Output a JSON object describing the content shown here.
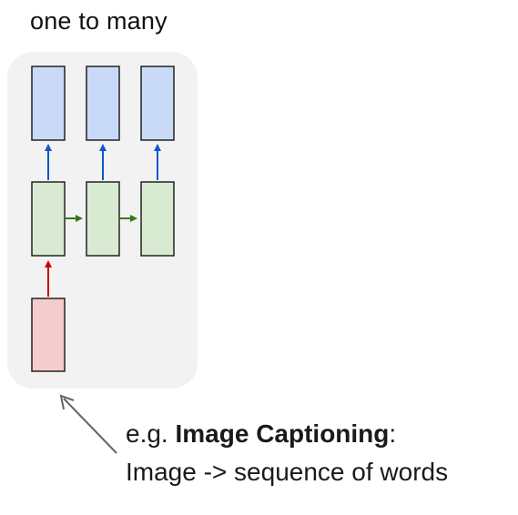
{
  "title": "one to many",
  "caption": {
    "prefix": "e.g. ",
    "emphasis": "Image Captioning",
    "suffix": ":",
    "line2": "Image -> sequence of words"
  },
  "colors": {
    "panel": "#f2f2f2",
    "output_box": "#c9daf8",
    "hidden_box": "#d9ead3",
    "input_box": "#f4cccc",
    "box_stroke": "#222222",
    "output_arrow": "#1155cc",
    "hidden_arrow": "#38761d",
    "input_arrow": "#cc0000",
    "pointer_arrow": "#666666"
  }
}
